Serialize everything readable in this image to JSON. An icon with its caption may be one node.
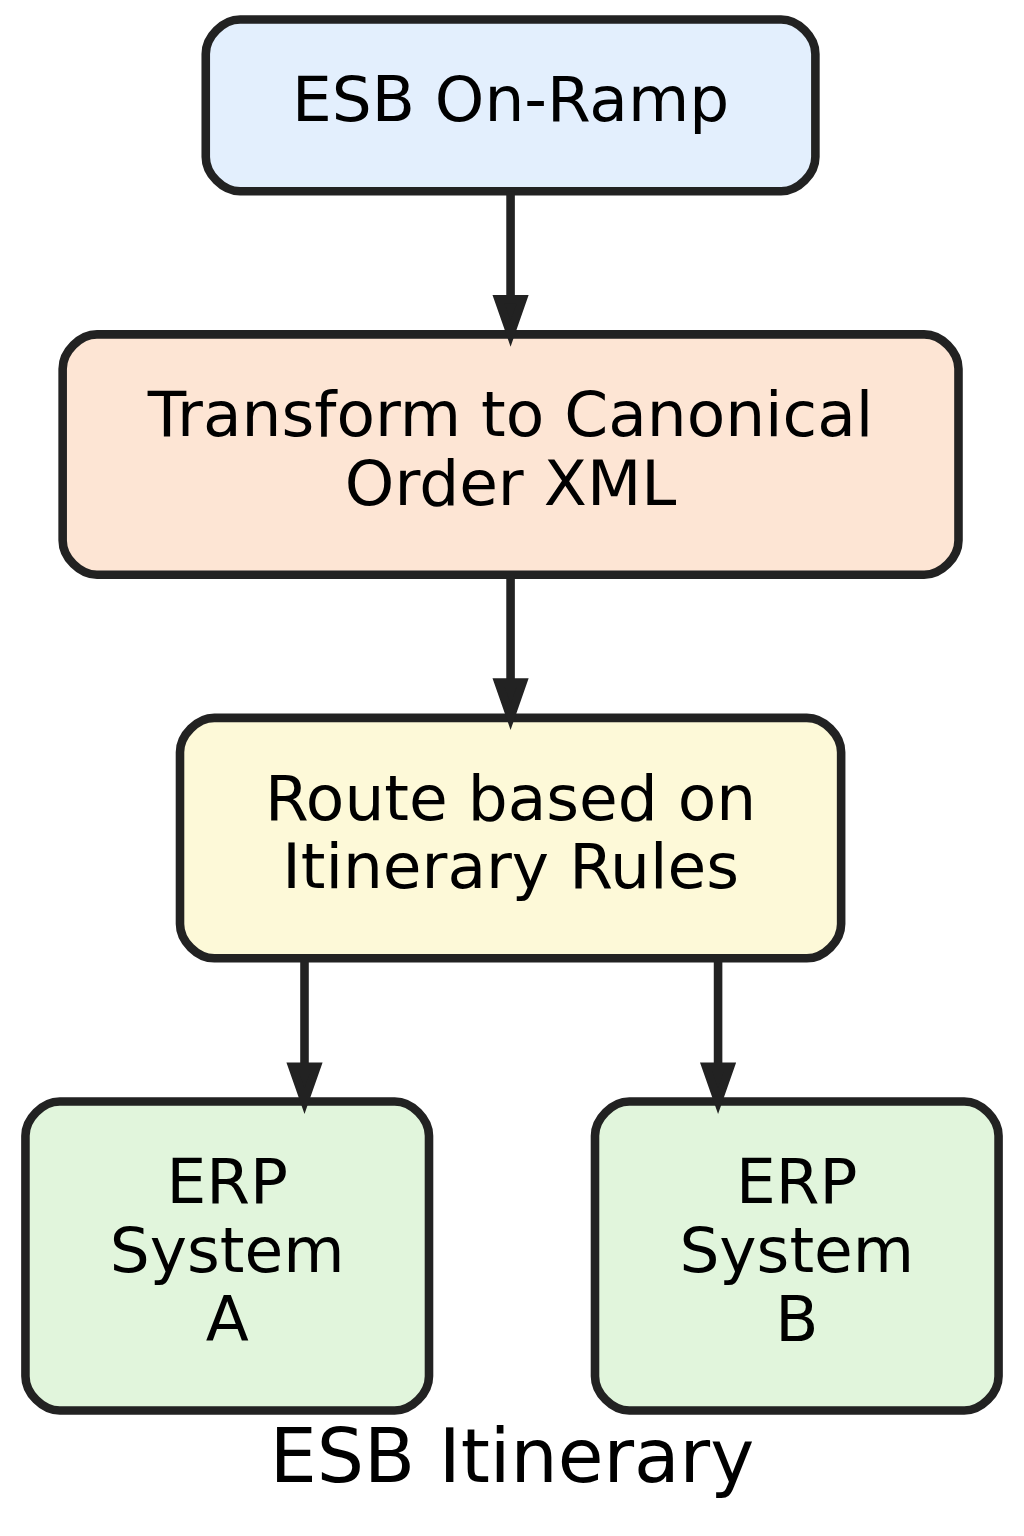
{
  "diagram": {
    "caption": "ESB Itinerary",
    "nodes": [
      {
        "text": [
          "ESB On-Ramp"
        ]
      },
      {
        "text": [
          "Transform to Canonical Order XML"
        ]
      },
      {
        "text": [
          "Route based on Itinerary Rules"
        ]
      },
      {
        "text": [
          "ERP System A"
        ]
      },
      {
        "text": [
          "ERP System B"
        ]
      }
    ],
    "edges": [
      {
        "from": 0,
        "to": 1,
        "arrow": "to"
      },
      {
        "from": 1,
        "to": 2,
        "arrow": "to"
      },
      {
        "from": 2,
        "to": 3,
        "arrow": "to"
      },
      {
        "from": 2,
        "to": 4,
        "arrow": "to"
      }
    ]
  }
}
